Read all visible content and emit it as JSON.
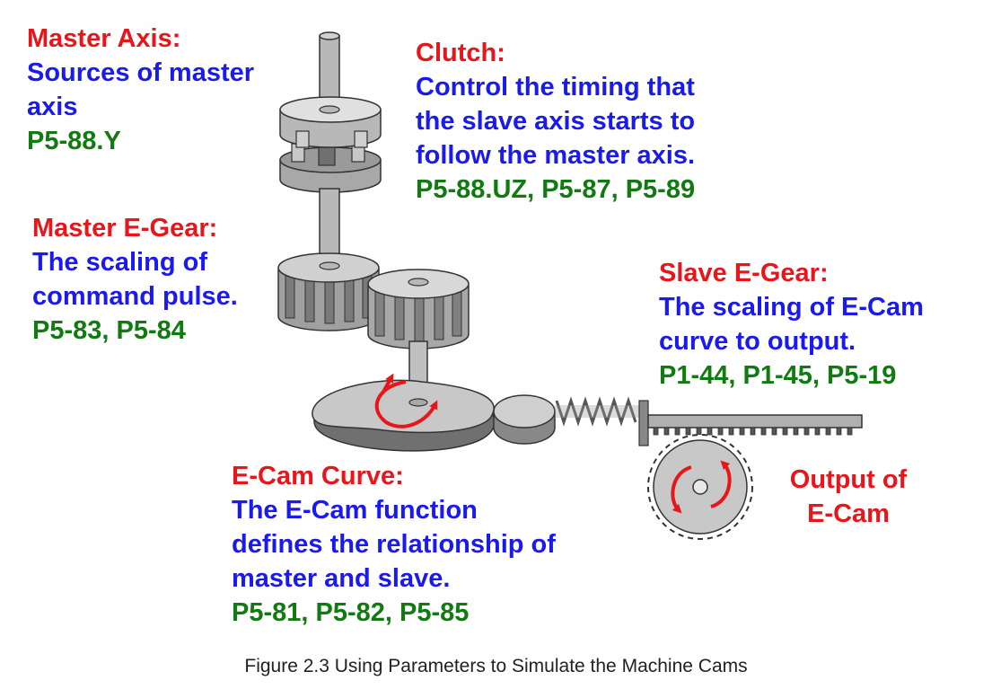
{
  "master_axis": {
    "title": "Master Axis:",
    "lines": [
      "Sources of master",
      "axis"
    ],
    "params": "P5-88.Y"
  },
  "clutch": {
    "title": "Clutch:",
    "lines": [
      "Control the timing that",
      "the slave axis starts to",
      "follow the master axis."
    ],
    "params": "P5-88.UZ, P5-87, P5-89"
  },
  "master_egear": {
    "title": "Master E-Gear:",
    "lines": [
      "The scaling of",
      "command pulse."
    ],
    "params": "P5-83, P5-84"
  },
  "slave_egear": {
    "title": "Slave E-Gear:",
    "lines": [
      "The scaling of E-Cam",
      "curve to output."
    ],
    "params": "P1-44, P1-45, P5-19"
  },
  "ecam_curve": {
    "title": "E-Cam Curve:",
    "lines": [
      "The E-Cam function",
      "defines the relationship of",
      "master and slave."
    ],
    "params": "P5-81, P5-82, P5-85"
  },
  "output": {
    "lines": [
      "Output of",
      "E-Cam"
    ]
  },
  "caption": "Figure 2.3 Using Parameters to Simulate the Machine Cams",
  "colors": {
    "title": "#e8151b",
    "description": "#1a1aee",
    "params": "#117a11",
    "metal_light": "#d4d4d4",
    "metal_mid": "#a8a8a8",
    "metal_dark": "#6e6e6e",
    "arrow": "#e8151b"
  }
}
